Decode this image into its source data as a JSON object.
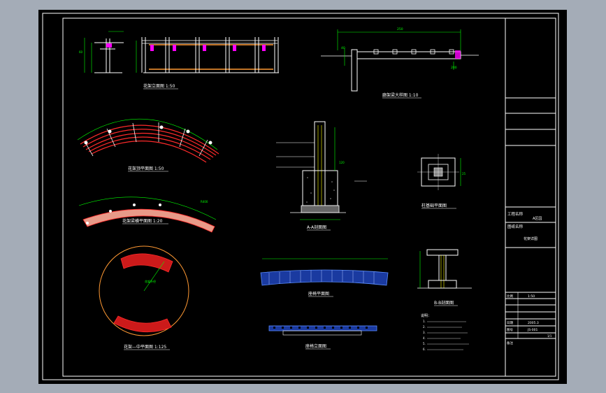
{
  "titles": {
    "elevation": "花架立面图 1:50",
    "detail_large": "廊架梁大样图 1:10",
    "top_plan": "花架顶平面图 1:50",
    "lintel_plan": "花架梁横平面图 1:20",
    "center_plan": "花架—中平面图 1:125",
    "section_aa": "A-A剖面图",
    "column_plan": "柱基础平面图",
    "bench_plan": "座椅平面图",
    "bench_elevation": "座椅立面图",
    "section_bb": "B-B剖面图"
  },
  "dims": {
    "top": "250",
    "d1": "40",
    "d2": "200",
    "d3": "60",
    "d4": "120",
    "d5": "25",
    "r1": "R400",
    "radius_label": "花架外径"
  },
  "notes": {
    "heading": "说明：",
    "items": [
      "1.",
      "2.",
      "3.",
      "4.",
      "5.",
      "6."
    ]
  },
  "title_block": {
    "project_label": "工程名称",
    "project_value": "A区园",
    "drawing_label": "图纸名称",
    "drawing_value": "花架详图",
    "scale_label": "比例",
    "scale_value": "1:50",
    "date_label": "日期",
    "date_value": "2005.3",
    "number_label": "图号",
    "number_value": "JS-001",
    "sheet_value": "1/1",
    "note_label": "备注"
  },
  "colors": {
    "background": "#000000",
    "frame": "#ffffff",
    "dimension": "#00ff00",
    "text": "#ffffff",
    "orange": "#ff9933",
    "red": "#ff2a2a",
    "magenta": "#ff00ff",
    "cyan": "#00ffff",
    "yellow": "#ffff00",
    "blue": "#5a8dff"
  }
}
